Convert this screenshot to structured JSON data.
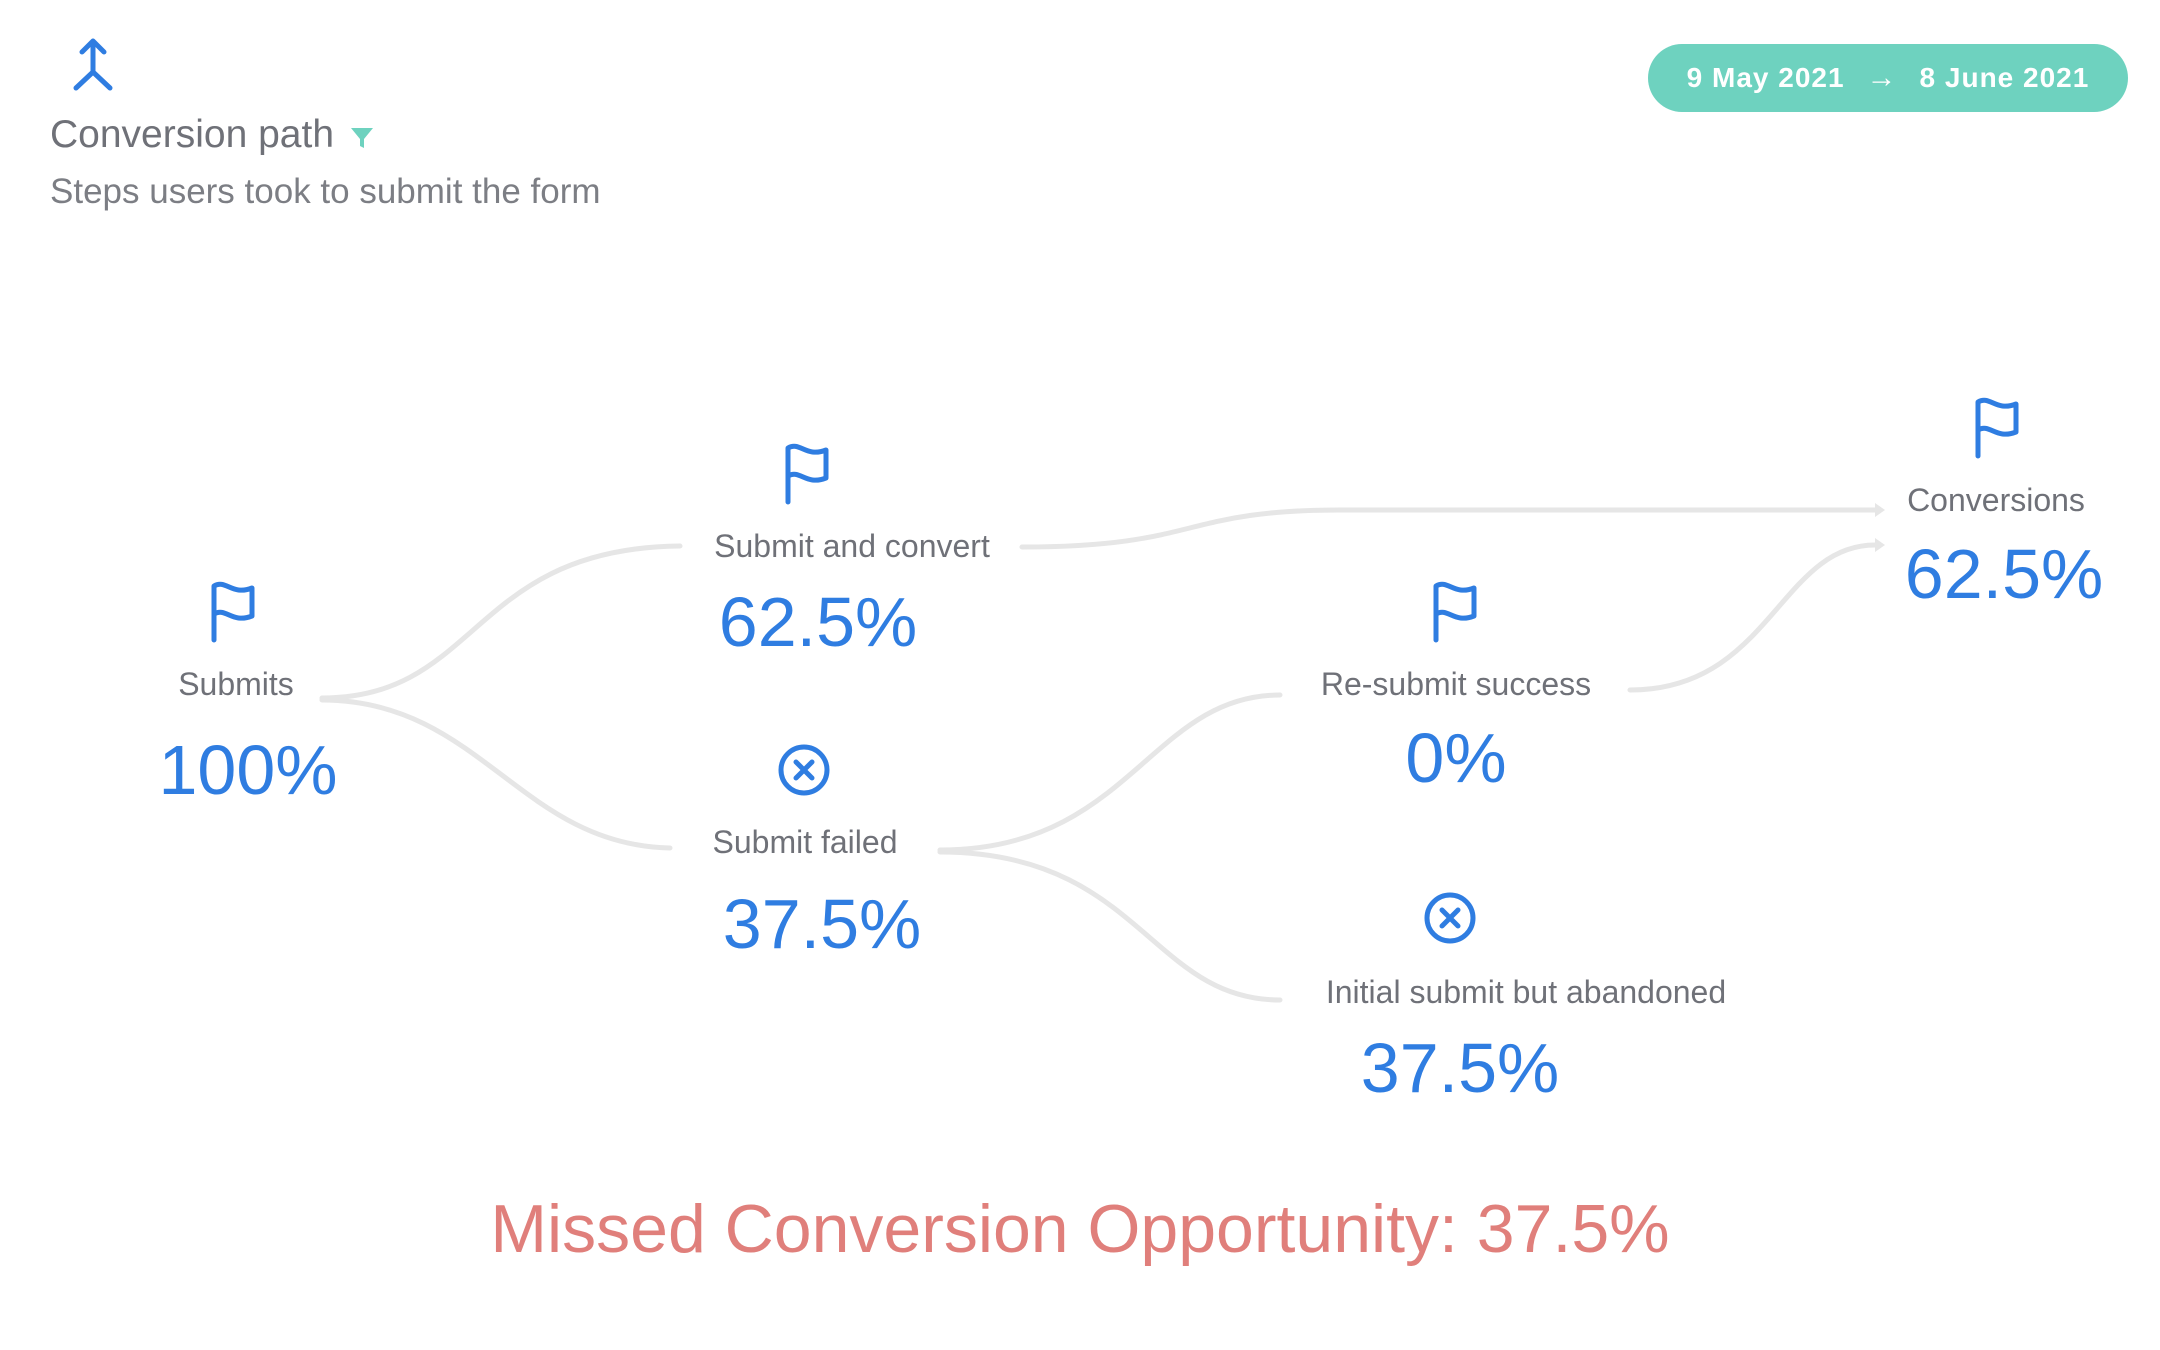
{
  "header": {
    "icon": "merge-arrow-icon",
    "title": "Conversion path",
    "filter_icon": "filter-icon",
    "subtitle": "Steps users took to submit the form"
  },
  "date_range": {
    "start": "9 May 2021",
    "arrow": "→",
    "end": "8 June 2021"
  },
  "colors": {
    "accent_blue": "#2f7de1",
    "teal": "#6ed2bf",
    "missed_red": "#e07f7b",
    "label_gray": "#6f7178",
    "link_gray": "#e6e6e6"
  },
  "nodes": {
    "submits": {
      "label": "Submits",
      "value": "100%",
      "icon": "flag-icon"
    },
    "submit_convert": {
      "label": "Submit and convert",
      "value": "62.5%",
      "icon": "flag-icon"
    },
    "submit_failed": {
      "label": "Submit failed",
      "value": "37.5%",
      "icon": "cancel-circle-icon"
    },
    "resubmit_success": {
      "label": "Re-submit success",
      "value": "0%",
      "icon": "flag-icon"
    },
    "abandoned": {
      "label": "Initial submit but abandoned",
      "value": "37.5%",
      "icon": "cancel-circle-icon"
    },
    "conversions": {
      "label": "Conversions",
      "value": "62.5%",
      "icon": "flag-icon"
    }
  },
  "summary": {
    "missed_text": "Missed Conversion Opportunity: 37.5%"
  }
}
